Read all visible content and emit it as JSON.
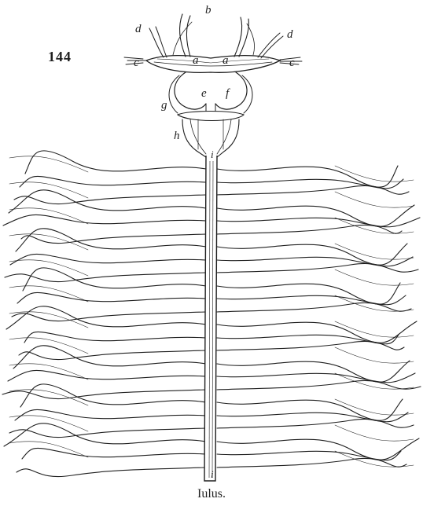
{
  "figure": {
    "number": "144",
    "caption": "Iulus.",
    "labels": {
      "a_left": "a",
      "a_right": "a",
      "b": "b",
      "c_left": "c",
      "c_right": "c",
      "d_left": "d",
      "d_right": "d",
      "e": "e",
      "f": "f",
      "g": "g",
      "h": "h",
      "i_top": "i",
      "i_bottom": "i"
    },
    "ink_color": "#1f1f1f"
  }
}
